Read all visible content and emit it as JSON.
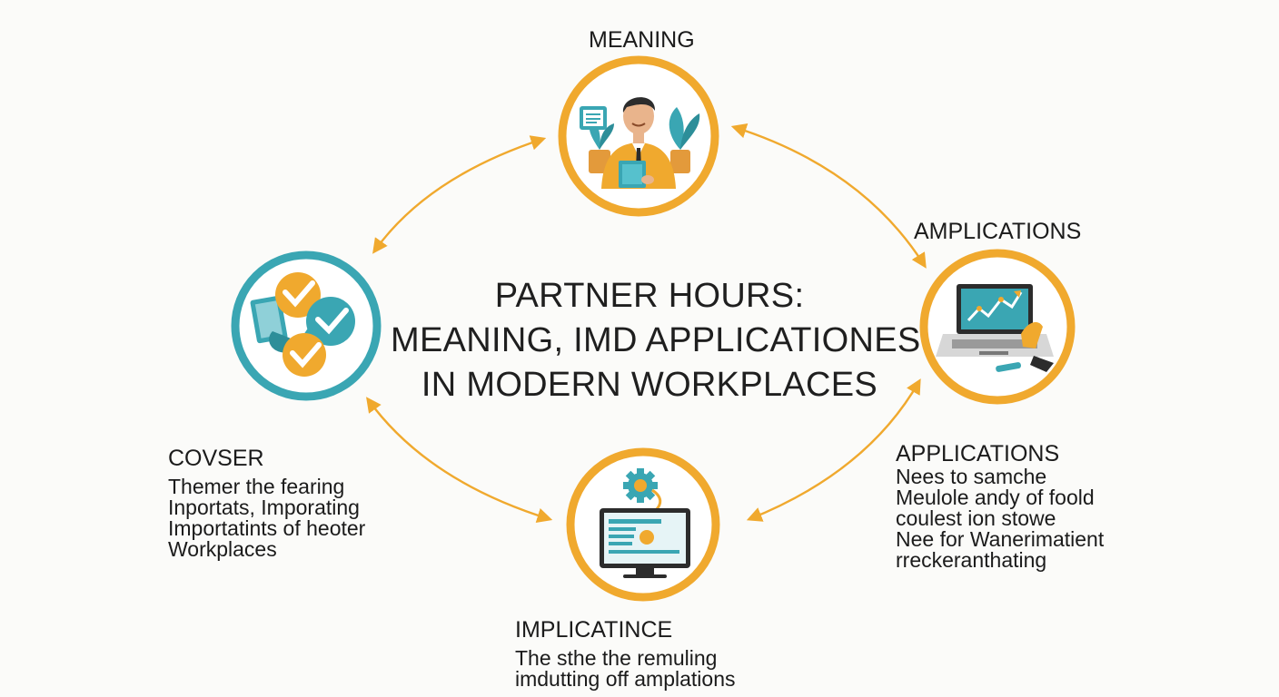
{
  "title": {
    "lines": [
      "PARTNER HOURS:",
      "MEANING, IMD APPLICATIONES",
      "IN MODERN WORKPLACES"
    ]
  },
  "nodes": {
    "top": {
      "label": "MEANING",
      "icon": "person-with-tablet-icon"
    },
    "right": {
      "label": "AMPLICATIONS",
      "icon": "laptop-chart-icon"
    },
    "bottom": {
      "label": "IMPLICATINCE",
      "icon": "monitor-gear-icon",
      "desc": [
        "The sthe the remuling",
        "imdutting off amplations"
      ]
    },
    "left": {
      "label": "COVSER",
      "icon": "checkmark-speech-bubbles-icon",
      "desc": [
        "Themer the fearing",
        "Inportats, Imporating",
        "Importatints of heoter",
        "Workplaces"
      ]
    },
    "right_text": {
      "label": "APPLICATIONS",
      "desc": [
        "Nees to samche",
        "Meulole andy of foold",
        "coulest ion stowe",
        "Nee for Wanerimatient",
        "rreckeranthating"
      ]
    }
  },
  "colors": {
    "accent_orange": "#f0a92e",
    "accent_teal": "#3aa6b3",
    "skin": "#e9b48c",
    "dark": "#2c2c2c"
  }
}
